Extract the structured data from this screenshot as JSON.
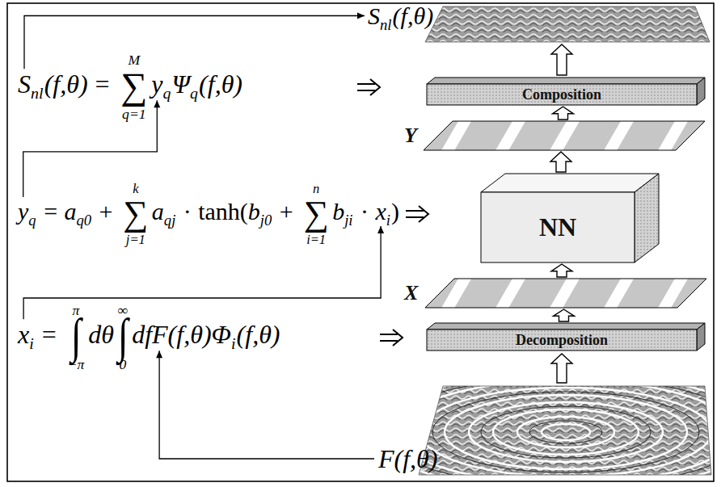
{
  "diagram": {
    "nodes": [
      {
        "text": [
          "Composition"
        ]
      },
      {
        "text": [
          "Y"
        ]
      },
      {
        "text": [
          "NN"
        ]
      },
      {
        "text": [
          "X"
        ]
      },
      {
        "text": [
          "Decomposition"
        ]
      }
    ],
    "edges": [
      {
        "from": 4,
        "to": 3,
        "arrow": "to"
      },
      {
        "from": 3,
        "to": 2,
        "arrow": "to"
      },
      {
        "from": 2,
        "to": 1,
        "arrow": "to"
      },
      {
        "from": 1,
        "to": 0,
        "arrow": "to"
      }
    ],
    "labels": [
      "S",
      "nl",
      "(f,θ)",
      "S",
      "nl",
      "(f,θ)",
      "=",
      "M",
      "∑",
      "q=1",
      "y",
      "q",
      "Ψ",
      "q",
      "(f,θ)",
      "y",
      "q",
      "=",
      "a",
      "q0",
      "+",
      "k",
      "∑",
      "j=1",
      "a",
      "qj",
      "·",
      "tanh(",
      "b",
      "j0",
      "+",
      "n",
      "∑",
      "i=1",
      "b",
      "ji",
      "·",
      "x",
      "i",
      ")",
      "x",
      "i",
      "=",
      "π",
      "∫",
      "−π",
      "dθ",
      "∞",
      "∫",
      "0",
      "df",
      "F(f,θ)",
      "Φ",
      "i",
      "(f,θ)",
      "F(f,θ)"
    ]
  }
}
